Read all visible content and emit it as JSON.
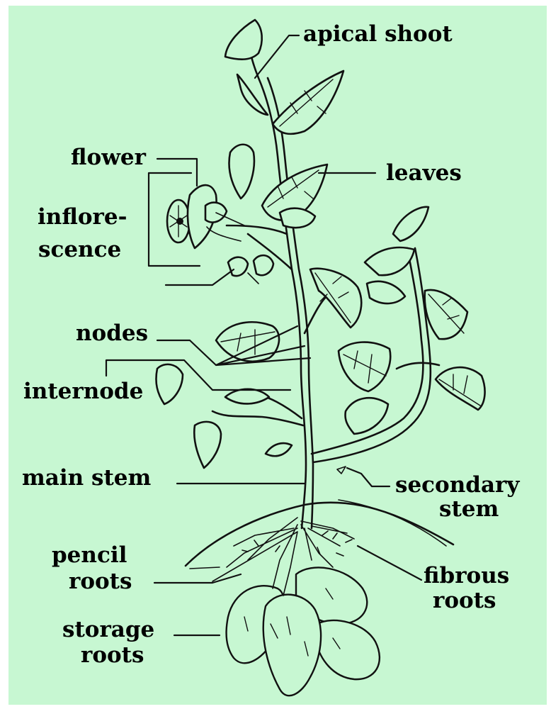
{
  "colors": {
    "background": "#c7f7d2",
    "ink": "#111111"
  },
  "labels": {
    "apical_shoot": "apical shoot",
    "flower": "flower",
    "leaves": "leaves",
    "inflorescence_1": "inflore-",
    "inflorescence_2": "scence",
    "nodes": "nodes",
    "internode": "internode",
    "main_stem": "main stem",
    "secondary_stem_1": "secondary",
    "secondary_stem_2": "stem",
    "pencil_roots_1": "pencil",
    "pencil_roots_2": "roots",
    "fibrous_roots_1": "fibrous",
    "fibrous_roots_2": "roots",
    "storage_roots_1": "storage",
    "storage_roots_2": "roots"
  }
}
